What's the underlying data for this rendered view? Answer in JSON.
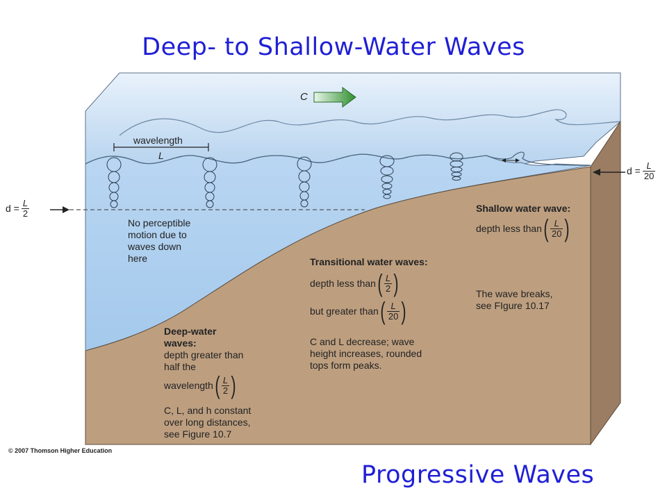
{
  "title": "Deep- to Shallow-Water Waves",
  "subtitle": "Progressive Waves",
  "copyright": "© 2007 Thomson Higher Education",
  "celerity_label": "C",
  "wavelength": {
    "word": "wavelength",
    "symbol": "L"
  },
  "left_depth": {
    "lhs": "d =",
    "num": "L",
    "den": "2"
  },
  "right_depth": {
    "lhs": "d =",
    "num": "L",
    "den": "20"
  },
  "no_motion_note": [
    "No perceptible",
    "motion due to",
    "waves down",
    "here"
  ],
  "deep": {
    "heading": [
      "Deep-water",
      "waves:"
    ],
    "desc": [
      "depth greater than",
      "half the",
      "wavelength"
    ],
    "frac": {
      "num": "L",
      "den": "2"
    },
    "note": [
      "C, L, and h constant",
      "over long distances,",
      "see Figure 10.7"
    ]
  },
  "transitional": {
    "heading": "Transitional water waves:",
    "line1": "depth less than",
    "frac1": {
      "num": "L",
      "den": "2"
    },
    "line2": "but greater than",
    "frac2": {
      "num": "L",
      "den": "20"
    },
    "note": [
      "C and L decrease; wave",
      "height increases, rounded",
      "tops form peaks."
    ]
  },
  "shallow": {
    "heading": "Shallow water wave:",
    "line1": "depth less than",
    "frac": {
      "num": "L",
      "den": "20"
    },
    "note": [
      "The wave breaks,",
      "see FIgure 10.17"
    ]
  },
  "colors": {
    "title": "#1f1fd6",
    "water_top": "#c9def2",
    "water_body": "#a9cdee",
    "seabed": "#bd9f80",
    "seabed_side": "#9a7d62",
    "arrow": "#3a9a3a"
  }
}
